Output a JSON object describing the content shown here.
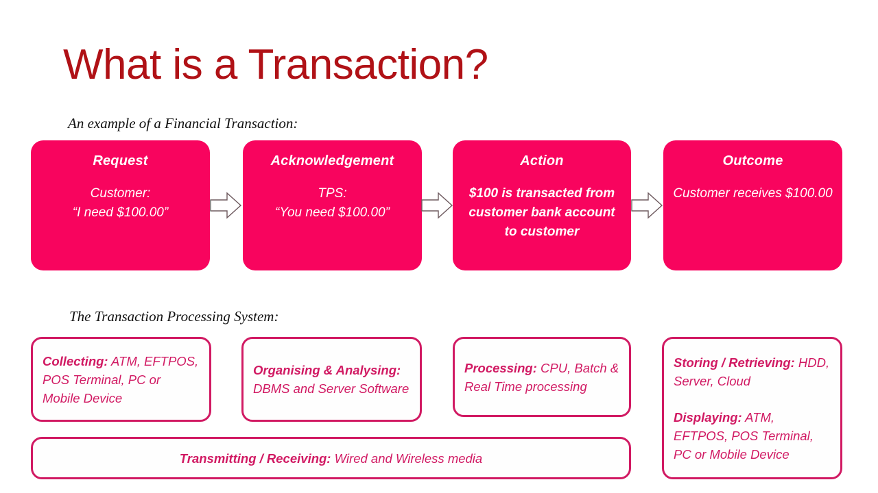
{
  "slide": {
    "title": "What is a Transaction?",
    "title_color": "#B01116",
    "accent_fill": "#F8045E",
    "accent_outline": "#D11A63",
    "background": "#FFFFFF"
  },
  "sections": {
    "example_caption": "An example of a Financial Transaction:",
    "tps_caption": "The Transaction Processing System:"
  },
  "flow": {
    "arrow_icon": "arrow-right-icon",
    "steps": [
      {
        "heading": "Request",
        "lead": "Customer:",
        "body": "“I need $100.00”",
        "bold_body": false
      },
      {
        "heading": "Acknowledgement",
        "lead": "TPS:",
        "body": "“You need $100.00”",
        "bold_body": false
      },
      {
        "heading": "Action",
        "lead": "",
        "body": "$100 is transacted from customer bank account to customer",
        "bold_body": true
      },
      {
        "heading": "Outcome",
        "lead": "",
        "body": "Customer receives $100.00",
        "bold_body": false
      }
    ]
  },
  "tps": {
    "collecting": {
      "term": "Collecting:",
      "detail": " ATM, EFTPOS, POS Terminal, PC or Mobile Device"
    },
    "organising": {
      "term": "Organising & Analysing:",
      "detail": " DBMS and Server Software"
    },
    "processing": {
      "term": "Processing:",
      "detail": " CPU, Batch & Real Time processing"
    },
    "storing": {
      "term": "Storing / Retrieving:",
      "detail": " HDD, Server, Cloud"
    },
    "displaying": {
      "term": "Displaying:",
      "detail": " ATM, EFTPOS, POS Terminal, PC or Mobile Device"
    },
    "transmitting": {
      "term": "Transmitting / Receiving:",
      "detail": " Wired and Wireless media"
    }
  }
}
